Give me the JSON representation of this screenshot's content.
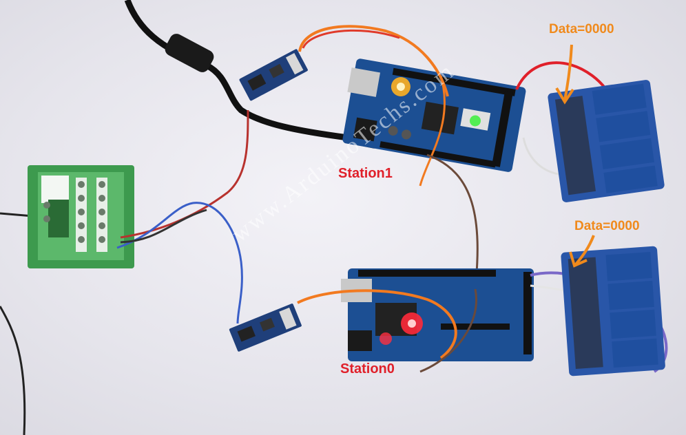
{
  "labels": {
    "station1": "Station1",
    "station0": "Station0",
    "data_top": "Data=0000",
    "data_bottom": "Data=0000"
  },
  "watermark": "www.ArduinoTechs.com",
  "colors": {
    "label_red": "#e0202a",
    "label_orange": "#f08a1c",
    "board_blue": "#1c4f93",
    "terminal_green": "#3d9a4e",
    "relay_blue": "#2956a8"
  },
  "icons": [
    "arrow-icon"
  ]
}
